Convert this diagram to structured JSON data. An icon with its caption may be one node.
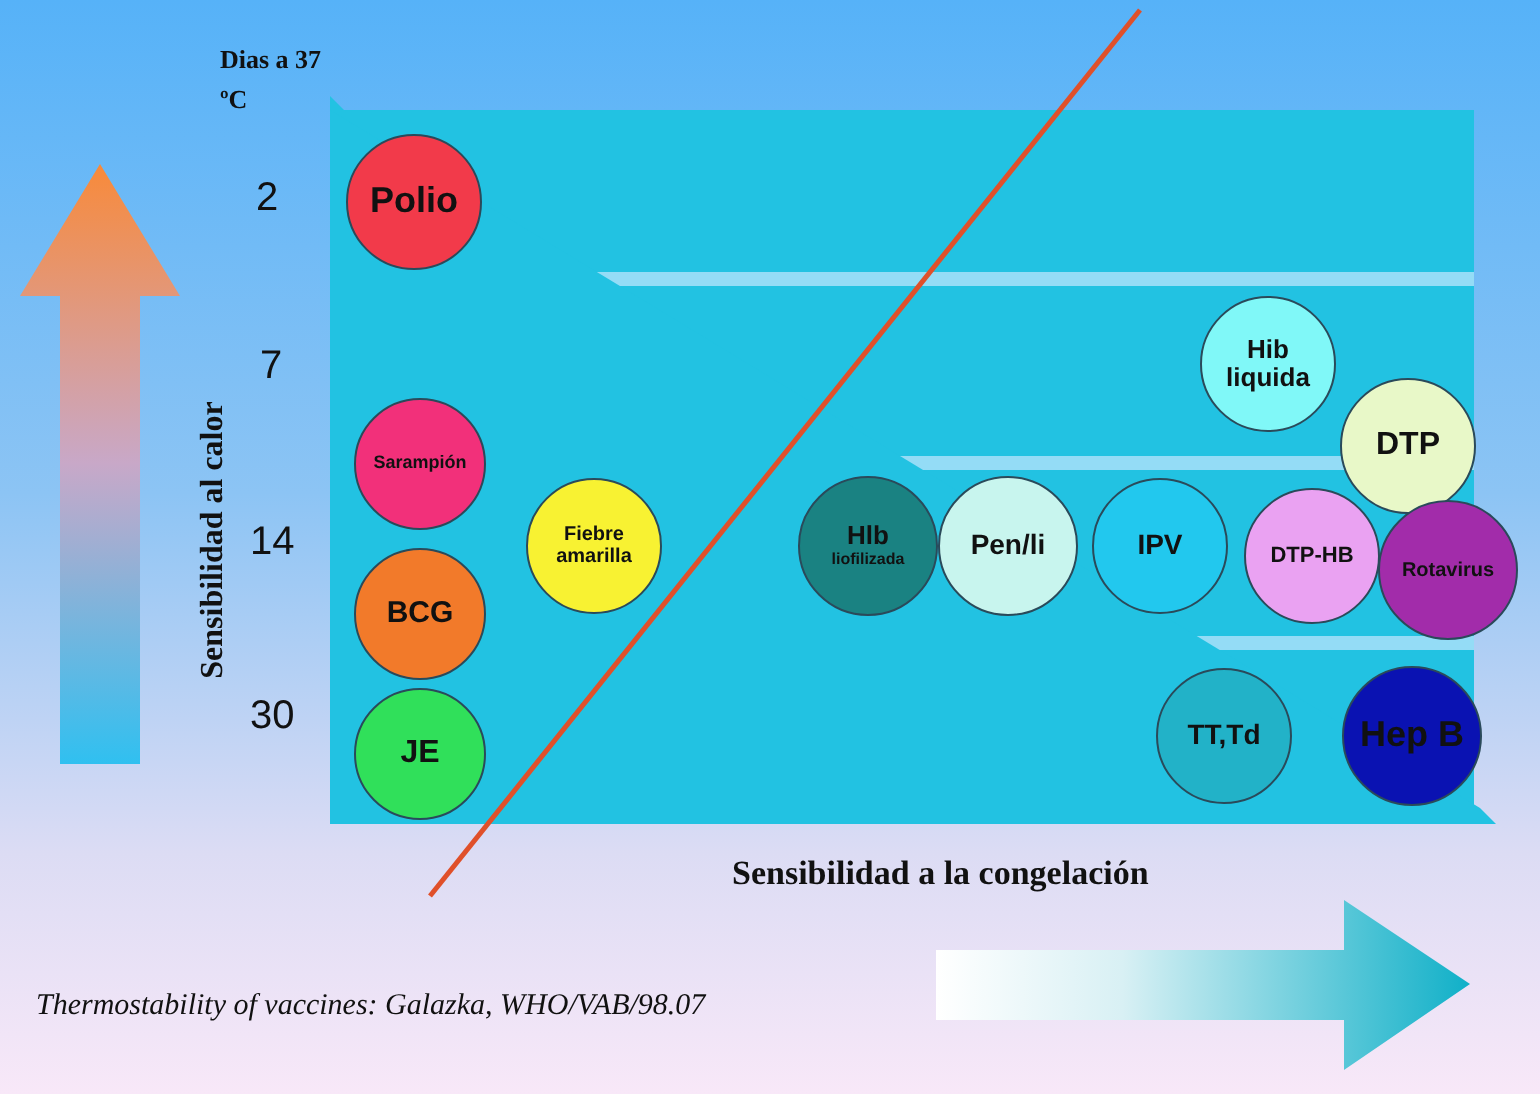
{
  "diagram": {
    "caption": "Thermostability of vaccines: Galazka, WHO/VAB/98.07",
    "nodes": [
      {
        "text": [
          "Polio"
        ]
      },
      {
        "text": [
          "Hib liquida"
        ]
      },
      {
        "text": [
          "DTP"
        ]
      },
      {
        "text": [
          "Sarampión"
        ]
      },
      {
        "text": [
          "Fiebre amarilla"
        ]
      },
      {
        "text": [
          "Hlb",
          "liofilizada"
        ]
      },
      {
        "text": [
          "Pen/li"
        ]
      },
      {
        "text": [
          "IPV"
        ]
      },
      {
        "text": [
          "DTP-HB"
        ]
      },
      {
        "text": [
          "Rotavirus"
        ]
      },
      {
        "text": [
          "BCG"
        ]
      },
      {
        "text": [
          "JE"
        ]
      },
      {
        "text": [
          "TT,Td"
        ]
      },
      {
        "text": [
          "Hep B"
        ]
      }
    ],
    "edges": [],
    "labels": [
      "Dias a 37 ºC",
      "2",
      "7",
      "14",
      "30",
      "Sensibilidad al calor",
      "Sensibilidad a la congelación"
    ]
  }
}
